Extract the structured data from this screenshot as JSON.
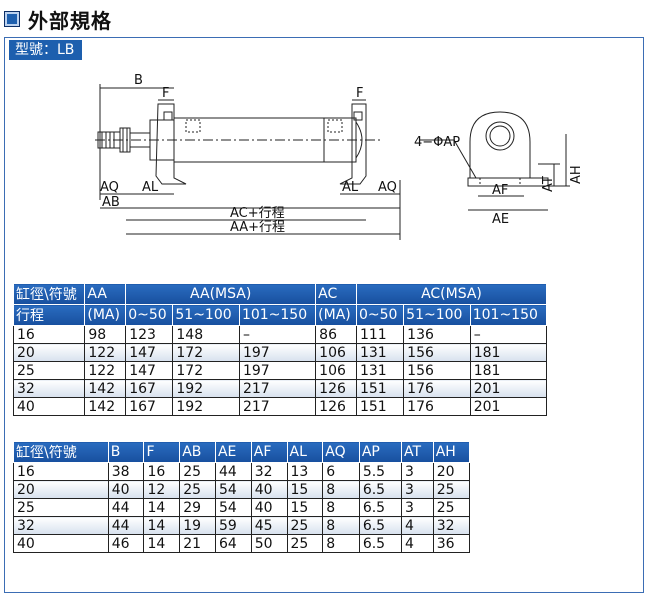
{
  "title": "外部規格",
  "model_label": "型號：LB",
  "drawing": {
    "labels": {
      "B": "B",
      "F_left": "F",
      "F_right": "F",
      "AQ_left": "AQ",
      "AL_left": "AL",
      "AB": "AB",
      "AL_right": "AL",
      "AQ_right": "AQ",
      "AC_stroke": "AC+行程",
      "AA_stroke": "AA+行程",
      "AP": "4−ΦAP",
      "AT": "AT",
      "AH": "AH",
      "AF": "AF",
      "AE": "AE"
    }
  },
  "table1": {
    "header_row1": [
      "缸徑\\符號",
      "AA",
      "AA(MSA)",
      "AC",
      "AC(MSA)"
    ],
    "header_row2": [
      "行程",
      "(MA)",
      "0~50",
      "51~100",
      "101~150",
      "(MA)",
      "0~50",
      "51~100",
      "101~150"
    ],
    "rows": [
      [
        "16",
        "98",
        "123",
        "148",
        "–",
        "86",
        "111",
        "136",
        "–"
      ],
      [
        "20",
        "122",
        "147",
        "172",
        "197",
        "106",
        "131",
        "156",
        "181"
      ],
      [
        "25",
        "122",
        "147",
        "172",
        "197",
        "106",
        "131",
        "156",
        "181"
      ],
      [
        "32",
        "142",
        "167",
        "192",
        "217",
        "126",
        "151",
        "176",
        "201"
      ],
      [
        "40",
        "142",
        "167",
        "192",
        "217",
        "126",
        "151",
        "176",
        "201"
      ]
    ]
  },
  "table2": {
    "headers": [
      "缸徑\\符號",
      "B",
      "F",
      "AB",
      "AE",
      "AF",
      "AL",
      "AQ",
      "AP",
      "AT",
      "AH"
    ],
    "rows": [
      [
        "16",
        "38",
        "16",
        "25",
        "44",
        "32",
        "13",
        "6",
        "5.5",
        "3",
        "20"
      ],
      [
        "20",
        "40",
        "12",
        "25",
        "54",
        "40",
        "15",
        "8",
        "6.5",
        "3",
        "25"
      ],
      [
        "25",
        "44",
        "14",
        "29",
        "54",
        "40",
        "15",
        "8",
        "6.5",
        "3",
        "25"
      ],
      [
        "32",
        "44",
        "14",
        "19",
        "59",
        "45",
        "25",
        "8",
        "6.5",
        "4",
        "32"
      ],
      [
        "40",
        "46",
        "14",
        "21",
        "64",
        "50",
        "25",
        "8",
        "6.5",
        "4",
        "36"
      ]
    ]
  }
}
